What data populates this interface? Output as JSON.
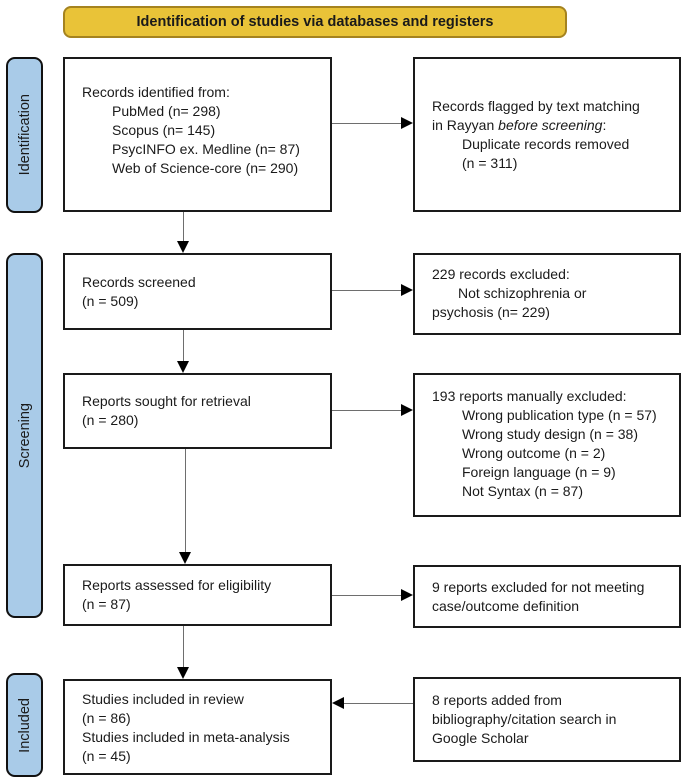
{
  "banner": {
    "label": "Identification of studies via databases and registers"
  },
  "colors": {
    "banner_bg": "#E9C338",
    "banner_border": "#A5831F",
    "stage_bg": "#A9CBE8",
    "box_border": "#1A1A1A",
    "arrow_shaft": "#6E6E6E",
    "arrow_head": "#000000"
  },
  "stages": {
    "identification": "Identification",
    "screening": "Screening",
    "included": "Included"
  },
  "boxes": {
    "records_identified": {
      "lines": [
        "Records identified from:",
        "PubMed (n= 298)",
        "Scopus (n= 145)",
        "PsycINFO ex. Medline (n= 87)",
        "Web of Science-core (n= 290)"
      ]
    },
    "records_flagged": {
      "line1": "Records flagged by text matching",
      "line2_pre": "in Rayyan ",
      "line2_italic": "before screening",
      "line2_post": ":",
      "line3": "Duplicate records removed",
      "line4": "(n = 311)"
    },
    "records_screened": {
      "lines": [
        "Records screened",
        "(n = 509)"
      ]
    },
    "records_excluded": {
      "lines": [
        "229 records excluded:",
        "Not schizophrenia or",
        "psychosis (n= 229)"
      ]
    },
    "reports_sought": {
      "lines": [
        "Reports sought for retrieval",
        "(n = 280)"
      ]
    },
    "reports_manually_excluded": {
      "lines": [
        "193 reports manually excluded:",
        "Wrong publication type (n = 57)",
        "Wrong study design (n = 38)",
        "Wrong outcome (n = 2)",
        "Foreign language (n = 9)",
        "Not Syntax (n = 87)"
      ]
    },
    "reports_assessed": {
      "lines": [
        "Reports assessed for eligibility",
        "(n = 87)"
      ]
    },
    "reports_excluded_definition": {
      "lines": [
        "9 reports excluded for not meeting",
        "case/outcome definition"
      ]
    },
    "studies_included": {
      "lines": [
        "Studies included in review",
        "(n = 86)",
        "Studies included in meta-analysis",
        "(n = 45)"
      ]
    },
    "reports_added": {
      "lines": [
        "8 reports added from",
        "bibliography/citation search in",
        "Google Scholar"
      ]
    }
  }
}
